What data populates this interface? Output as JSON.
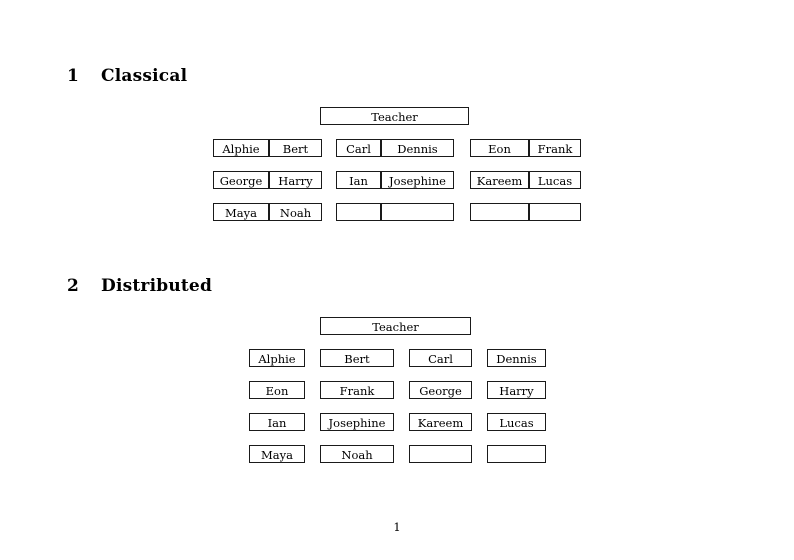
{
  "page": {
    "folio": "1"
  },
  "sections": [
    {
      "number": "1",
      "title": "Classical",
      "teacher": "Teacher",
      "groups": [
        {
          "rows": [
            [
              "Alphie",
              "Bert"
            ],
            [
              "George",
              "Harry"
            ],
            [
              "Maya",
              "Noah"
            ]
          ]
        },
        {
          "rows": [
            [
              "Carl",
              "Dennis"
            ],
            [
              "Ian",
              "Josephine"
            ],
            [
              "",
              ""
            ]
          ]
        },
        {
          "rows": [
            [
              "Eon",
              "Frank"
            ],
            [
              "Kareem",
              "Lucas"
            ],
            [
              "",
              ""
            ]
          ]
        }
      ]
    },
    {
      "number": "2",
      "title": "Distributed",
      "teacher": "Teacher",
      "rows": [
        [
          "Alphie",
          "Bert",
          "Carl",
          "Dennis"
        ],
        [
          "Eon",
          "Frank",
          "George",
          "Harry"
        ],
        [
          "Ian",
          "Josephine",
          "Kareem",
          "Lucas"
        ],
        [
          "Maya",
          "Noah",
          "",
          ""
        ]
      ]
    }
  ]
}
